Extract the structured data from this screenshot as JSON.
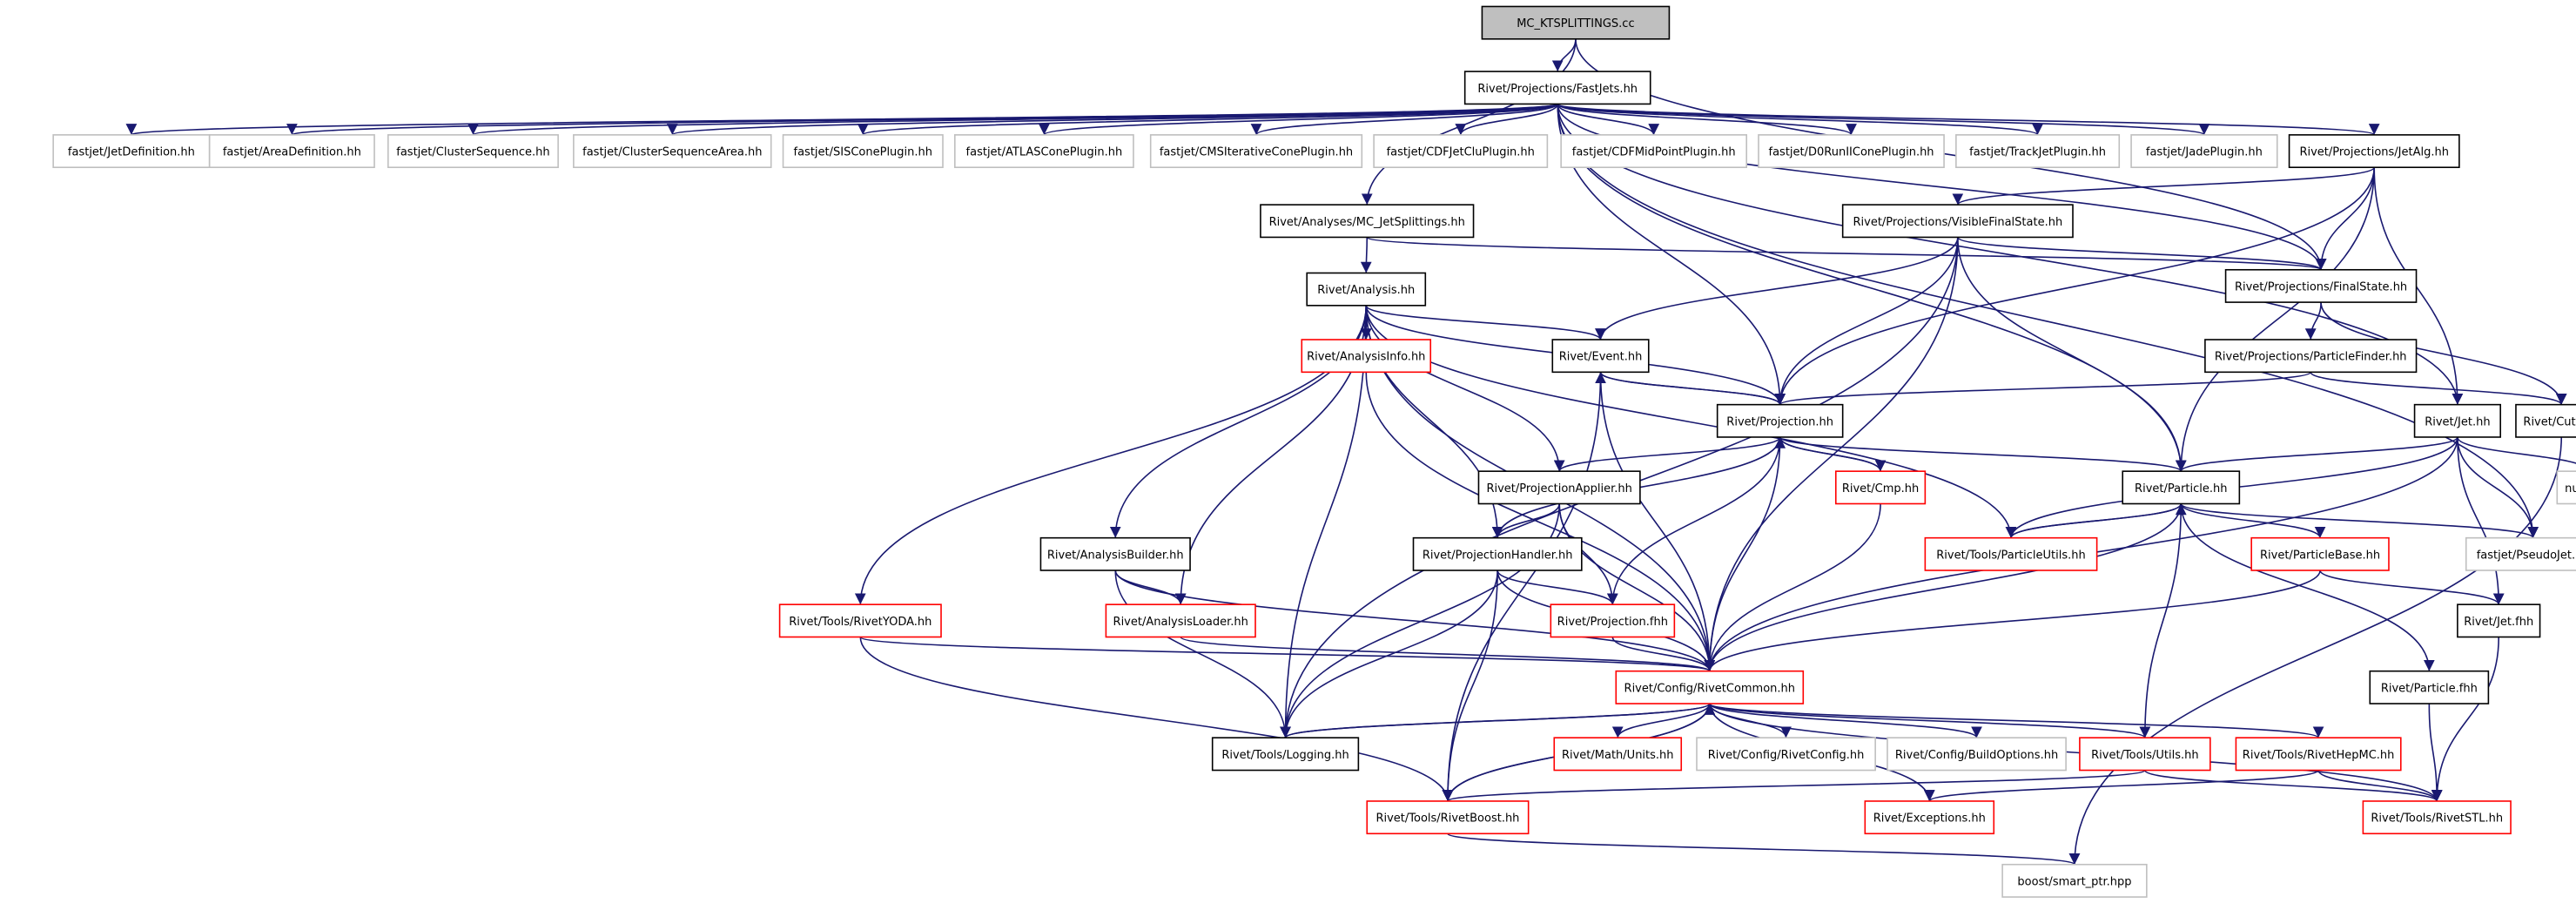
{
  "colors": {
    "edge": "#191970",
    "root_fill": "#bfbfbf",
    "documented_border": "#000000",
    "has_children_border": "#ff0000",
    "external_border": "#bfbfbf"
  },
  "nodes": [
    {
      "id": "mc_ktsplittings_cc",
      "label": "MC_KTSPLITTINGS.cc",
      "kind": "root"
    },
    {
      "id": "rivet_projections_fastjets_hh",
      "label": "Rivet/Projections/FastJets.hh",
      "kind": "documented"
    },
    {
      "id": "fastjet_jetdefinition_hh",
      "label": "fastjet/JetDefinition.hh",
      "kind": "external"
    },
    {
      "id": "fastjet_areadefinition_hh",
      "label": "fastjet/AreaDefinition.hh",
      "kind": "external"
    },
    {
      "id": "fastjet_clustersequence_hh",
      "label": "fastjet/ClusterSequence.hh",
      "kind": "external"
    },
    {
      "id": "fastjet_clustersequencearea_hh",
      "label": "fastjet/ClusterSequenceArea.hh",
      "kind": "external"
    },
    {
      "id": "fastjet_sisconeplugin_hh",
      "label": "fastjet/SISConePlugin.hh",
      "kind": "external"
    },
    {
      "id": "fastjet_atlasconeplugin_hh",
      "label": "fastjet/ATLASConePlugin.hh",
      "kind": "external"
    },
    {
      "id": "fastjet_cmsiterativeconeplugin_hh",
      "label": "fastjet/CMSIterativeConePlugin.hh",
      "kind": "external"
    },
    {
      "id": "fastjet_cdfjetcluplugin_hh",
      "label": "fastjet/CDFJetCluPlugin.hh",
      "kind": "external"
    },
    {
      "id": "fastjet_cdfmidpointplugin_hh",
      "label": "fastjet/CDFMidPointPlugin.hh",
      "kind": "external"
    },
    {
      "id": "fastjet_d0runiiconeplugin_hh",
      "label": "fastjet/D0RunIIConePlugin.hh",
      "kind": "external"
    },
    {
      "id": "fastjet_trackjetplugin_hh",
      "label": "fastjet/TrackJetPlugin.hh",
      "kind": "external"
    },
    {
      "id": "fastjet_jadeplugin_hh",
      "label": "fastjet/JadePlugin.hh",
      "kind": "external"
    },
    {
      "id": "rivet_projections_jetalg_hh",
      "label": "Rivet/Projections/JetAlg.hh",
      "kind": "documented"
    },
    {
      "id": "rivet_analyses_mc_jetsplittings_hh",
      "label": "Rivet/Analyses/MC_JetSplittings.hh",
      "kind": "documented"
    },
    {
      "id": "rivet_projections_visiblefinalstate_hh",
      "label": "Rivet/Projections/VisibleFinalState.hh",
      "kind": "documented"
    },
    {
      "id": "rivet_analysis_hh",
      "label": "Rivet/Analysis.hh",
      "kind": "documented"
    },
    {
      "id": "rivet_projections_finalstate_hh",
      "label": "Rivet/Projections/FinalState.hh",
      "kind": "documented"
    },
    {
      "id": "rivet_analysisinfo_hh",
      "label": "Rivet/AnalysisInfo.hh",
      "kind": "has_children"
    },
    {
      "id": "rivet_event_hh",
      "label": "Rivet/Event.hh",
      "kind": "documented"
    },
    {
      "id": "rivet_projections_particlefinder_hh",
      "label": "Rivet/Projections/ParticleFinder.hh",
      "kind": "documented"
    },
    {
      "id": "rivet_projection_hh",
      "label": "Rivet/Projection.hh",
      "kind": "documented"
    },
    {
      "id": "rivet_cuts_hh",
      "label": "Rivet/Cuts.hh",
      "kind": "documented"
    },
    {
      "id": "rivet_jet_hh",
      "label": "Rivet/Jet.hh",
      "kind": "documented"
    },
    {
      "id": "rivet_cmp_hh",
      "label": "Rivet/Cmp.hh",
      "kind": "has_children"
    },
    {
      "id": "numeric",
      "label": "numeric",
      "kind": "external"
    },
    {
      "id": "rivet_projectionapplier_hh",
      "label": "Rivet/ProjectionApplier.hh",
      "kind": "documented"
    },
    {
      "id": "rivet_particle_hh",
      "label": "Rivet/Particle.hh",
      "kind": "documented"
    },
    {
      "id": "rivet_tools_particleutils_hh",
      "label": "Rivet/Tools/ParticleUtils.hh",
      "kind": "has_children"
    },
    {
      "id": "rivet_analysisbuilder_hh",
      "label": "Rivet/AnalysisBuilder.hh",
      "kind": "documented"
    },
    {
      "id": "rivet_projectionhandler_hh",
      "label": "Rivet/ProjectionHandler.hh",
      "kind": "documented"
    },
    {
      "id": "rivet_particlebase_hh",
      "label": "Rivet/ParticleBase.hh",
      "kind": "has_children"
    },
    {
      "id": "fastjet_pseudojet_hh",
      "label": "fastjet/PseudoJet.hh",
      "kind": "external"
    },
    {
      "id": "rivet_tools_rivetyoda_hh",
      "label": "Rivet/Tools/RivetYODA.hh",
      "kind": "has_children"
    },
    {
      "id": "rivet_analysisloader_hh",
      "label": "Rivet/AnalysisLoader.hh",
      "kind": "has_children"
    },
    {
      "id": "rivet_projection_fhh",
      "label": "Rivet/Projection.fhh",
      "kind": "has_children"
    },
    {
      "id": "rivet_jet_fhh",
      "label": "Rivet/Jet.fhh",
      "kind": "documented"
    },
    {
      "id": "rivet_config_rivetcommon_hh",
      "label": "Rivet/Config/RivetCommon.hh",
      "kind": "has_children"
    },
    {
      "id": "rivet_particle_fhh",
      "label": "Rivet/Particle.fhh",
      "kind": "documented"
    },
    {
      "id": "rivet_tools_logging_hh",
      "label": "Rivet/Tools/Logging.hh",
      "kind": "documented"
    },
    {
      "id": "rivet_math_units_hh",
      "label": "Rivet/Math/Units.hh",
      "kind": "has_children"
    },
    {
      "id": "rivet_config_rivetconfig_hh",
      "label": "Rivet/Config/RivetConfig.hh",
      "kind": "external"
    },
    {
      "id": "rivet_config_buildoptions_hh",
      "label": "Rivet/Config/BuildOptions.hh",
      "kind": "external"
    },
    {
      "id": "rivet_tools_utils_hh",
      "label": "Rivet/Tools/Utils.hh",
      "kind": "has_children"
    },
    {
      "id": "rivet_tools_rivethepmc_hh",
      "label": "Rivet/Tools/RivetHepMC.hh",
      "kind": "has_children"
    },
    {
      "id": "rivet_tools_rivetboost_hh",
      "label": "Rivet/Tools/RivetBoost.hh",
      "kind": "has_children"
    },
    {
      "id": "rivet_exceptions_hh",
      "label": "Rivet/Exceptions.hh",
      "kind": "has_children"
    },
    {
      "id": "rivet_tools_rivetstl_hh",
      "label": "Rivet/Tools/RivetSTL.hh",
      "kind": "has_children"
    },
    {
      "id": "boost_smart_ptr_hpp",
      "label": "boost/smart_ptr.hpp",
      "kind": "external"
    }
  ],
  "edges": [
    [
      "mc_ktsplittings_cc",
      "rivet_projections_fastjets_hh"
    ],
    [
      "mc_ktsplittings_cc",
      "rivet_analyses_mc_jetsplittings_hh"
    ],
    [
      "mc_ktsplittings_cc",
      "rivet_projections_finalstate_hh"
    ],
    [
      "rivet_projections_fastjets_hh",
      "fastjet_jetdefinition_hh"
    ],
    [
      "rivet_projections_fastjets_hh",
      "fastjet_areadefinition_hh"
    ],
    [
      "rivet_projections_fastjets_hh",
      "fastjet_clustersequence_hh"
    ],
    [
      "rivet_projections_fastjets_hh",
      "fastjet_clustersequencearea_hh"
    ],
    [
      "rivet_projections_fastjets_hh",
      "fastjet_sisconeplugin_hh"
    ],
    [
      "rivet_projections_fastjets_hh",
      "fastjet_atlasconeplugin_hh"
    ],
    [
      "rivet_projections_fastjets_hh",
      "fastjet_cmsiterativeconeplugin_hh"
    ],
    [
      "rivet_projections_fastjets_hh",
      "fastjet_cdfjetcluplugin_hh"
    ],
    [
      "rivet_projections_fastjets_hh",
      "fastjet_cdfmidpointplugin_hh"
    ],
    [
      "rivet_projections_fastjets_hh",
      "fastjet_d0runiiconeplugin_hh"
    ],
    [
      "rivet_projections_fastjets_hh",
      "fastjet_trackjetplugin_hh"
    ],
    [
      "rivet_projections_fastjets_hh",
      "fastjet_jadeplugin_hh"
    ],
    [
      "rivet_projections_fastjets_hh",
      "rivet_projections_jetalg_hh"
    ],
    [
      "rivet_projections_fastjets_hh",
      "rivet_projections_finalstate_hh"
    ],
    [
      "rivet_projections_fastjets_hh",
      "rivet_projection_hh"
    ],
    [
      "rivet_projections_fastjets_hh",
      "rivet_particle_hh"
    ],
    [
      "rivet_projections_fastjets_hh",
      "rivet_jet_hh"
    ],
    [
      "rivet_projections_fastjets_hh",
      "fastjet_pseudojet_hh"
    ],
    [
      "rivet_projections_jetalg_hh",
      "rivet_projections_visiblefinalstate_hh"
    ],
    [
      "rivet_projections_jetalg_hh",
      "rivet_projections_finalstate_hh"
    ],
    [
      "rivet_projections_jetalg_hh",
      "rivet_projection_hh"
    ],
    [
      "rivet_projections_jetalg_hh",
      "rivet_particle_hh"
    ],
    [
      "rivet_projections_jetalg_hh",
      "rivet_jet_hh"
    ],
    [
      "rivet_analyses_mc_jetsplittings_hh",
      "rivet_analysis_hh"
    ],
    [
      "rivet_analyses_mc_jetsplittings_hh",
      "rivet_projections_finalstate_hh"
    ],
    [
      "rivet_projections_visiblefinalstate_hh",
      "rivet_projections_finalstate_hh"
    ],
    [
      "rivet_projections_visiblefinalstate_hh",
      "rivet_event_hh"
    ],
    [
      "rivet_projections_visiblefinalstate_hh",
      "rivet_projection_hh"
    ],
    [
      "rivet_projections_visiblefinalstate_hh",
      "rivet_particle_hh"
    ],
    [
      "rivet_projections_visiblefinalstate_hh",
      "rivet_config_rivetcommon_hh"
    ],
    [
      "rivet_projections_visiblefinalstate_hh",
      "rivet_tools_logging_hh"
    ],
    [
      "rivet_analysis_hh",
      "rivet_analysisinfo_hh"
    ],
    [
      "rivet_analysis_hh",
      "rivet_event_hh"
    ],
    [
      "rivet_analysis_hh",
      "rivet_projection_hh"
    ],
    [
      "rivet_analysis_hh",
      "rivet_projectionapplier_hh"
    ],
    [
      "rivet_analysis_hh",
      "rivet_projectionhandler_hh"
    ],
    [
      "rivet_analysis_hh",
      "rivet_analysisbuilder_hh"
    ],
    [
      "rivet_analysis_hh",
      "rivet_analysisloader_hh"
    ],
    [
      "rivet_analysis_hh",
      "rivet_tools_rivetyoda_hh"
    ],
    [
      "rivet_analysis_hh",
      "rivet_tools_particleutils_hh"
    ],
    [
      "rivet_analysis_hh",
      "rivet_config_rivetcommon_hh"
    ],
    [
      "rivet_analysis_hh",
      "rivet_tools_logging_hh"
    ],
    [
      "rivet_projections_finalstate_hh",
      "rivet_projections_particlefinder_hh"
    ],
    [
      "rivet_projections_finalstate_hh",
      "rivet_cuts_hh"
    ],
    [
      "rivet_analysisinfo_hh",
      "rivet_config_rivetcommon_hh"
    ],
    [
      "rivet_event_hh",
      "rivet_projection_hh"
    ],
    [
      "rivet_event_hh",
      "rivet_config_rivetcommon_hh"
    ],
    [
      "rivet_event_hh",
      "rivet_tools_rivetboost_hh"
    ],
    [
      "rivet_projections_particlefinder_hh",
      "rivet_projection_hh"
    ],
    [
      "rivet_projections_particlefinder_hh",
      "rivet_cuts_hh"
    ],
    [
      "rivet_projection_hh",
      "rivet_event_hh"
    ],
    [
      "rivet_projection_hh",
      "rivet_cmp_hh"
    ],
    [
      "rivet_projection_hh",
      "rivet_projectionapplier_hh"
    ],
    [
      "rivet_projection_hh",
      "rivet_projectionhandler_hh"
    ],
    [
      "rivet_projection_hh",
      "rivet_particle_hh"
    ],
    [
      "rivet_projection_hh",
      "rivet_projection_fhh"
    ],
    [
      "rivet_projection_hh",
      "rivet_config_rivetcommon_hh"
    ],
    [
      "rivet_cmp_hh",
      "rivet_projection_hh"
    ],
    [
      "rivet_cmp_hh",
      "rivet_config_rivetcommon_hh"
    ],
    [
      "rivet_jet_hh",
      "rivet_particle_hh"
    ],
    [
      "rivet_jet_hh",
      "rivet_tools_particleutils_hh"
    ],
    [
      "rivet_jet_hh",
      "numeric"
    ],
    [
      "rivet_jet_hh",
      "fastjet_pseudojet_hh"
    ],
    [
      "rivet_jet_hh",
      "rivet_jet_fhh"
    ],
    [
      "rivet_jet_hh",
      "rivet_config_rivetcommon_hh"
    ],
    [
      "rivet_projectionapplier_hh",
      "rivet_projectionhandler_hh"
    ],
    [
      "rivet_projectionapplier_hh",
      "rivet_projection_fhh"
    ],
    [
      "rivet_projectionapplier_hh",
      "rivet_config_rivetcommon_hh"
    ],
    [
      "rivet_projectionapplier_hh",
      "rivet_tools_logging_hh"
    ],
    [
      "rivet_particle_hh",
      "rivet_tools_particleutils_hh"
    ],
    [
      "rivet_particle_hh",
      "rivet_particlebase_hh"
    ],
    [
      "rivet_particle_hh",
      "fastjet_pseudojet_hh"
    ],
    [
      "rivet_particle_hh",
      "rivet_particle_fhh"
    ],
    [
      "rivet_particle_hh",
      "rivet_tools_utils_hh"
    ],
    [
      "rivet_particle_hh",
      "rivet_config_rivetcommon_hh"
    ],
    [
      "rivet_tools_particleutils_hh",
      "rivet_particle_hh"
    ],
    [
      "rivet_analysisbuilder_hh",
      "rivet_analysisloader_hh"
    ],
    [
      "rivet_analysisbuilder_hh",
      "rivet_config_rivetcommon_hh"
    ],
    [
      "rivet_analysisbuilder_hh",
      "rivet_tools_logging_hh"
    ],
    [
      "rivet_projectionhandler_hh",
      "rivet_projection_fhh"
    ],
    [
      "rivet_projectionhandler_hh",
      "rivet_config_rivetcommon_hh"
    ],
    [
      "rivet_projectionhandler_hh",
      "rivet_tools_logging_hh"
    ],
    [
      "rivet_projectionhandler_hh",
      "rivet_tools_rivetboost_hh"
    ],
    [
      "rivet_particlebase_hh",
      "rivet_config_rivetcommon_hh"
    ],
    [
      "rivet_particlebase_hh",
      "rivet_jet_fhh"
    ],
    [
      "rivet_tools_rivetyoda_hh",
      "rivet_config_rivetcommon_hh"
    ],
    [
      "rivet_tools_rivetyoda_hh",
      "rivet_tools_rivetboost_hh"
    ],
    [
      "rivet_analysisloader_hh",
      "rivet_config_rivetcommon_hh"
    ],
    [
      "rivet_projection_fhh",
      "rivet_config_rivetcommon_hh"
    ],
    [
      "rivet_jet_fhh",
      "rivet_tools_rivetstl_hh"
    ],
    [
      "rivet_config_rivetcommon_hh",
      "rivet_tools_logging_hh"
    ],
    [
      "rivet_config_rivetcommon_hh",
      "rivet_math_units_hh"
    ],
    [
      "rivet_config_rivetcommon_hh",
      "rivet_config_rivetconfig_hh"
    ],
    [
      "rivet_config_rivetcommon_hh",
      "rivet_config_buildoptions_hh"
    ],
    [
      "rivet_config_rivetcommon_hh",
      "rivet_tools_utils_hh"
    ],
    [
      "rivet_config_rivetcommon_hh",
      "rivet_tools_rivethepmc_hh"
    ],
    [
      "rivet_config_rivetcommon_hh",
      "rivet_tools_rivetboost_hh"
    ],
    [
      "rivet_config_rivetcommon_hh",
      "rivet_exceptions_hh"
    ],
    [
      "rivet_config_rivetcommon_hh",
      "rivet_tools_rivetstl_hh"
    ],
    [
      "rivet_particle_fhh",
      "rivet_tools_rivetstl_hh"
    ],
    [
      "rivet_tools_logging_hh",
      "rivet_config_rivetcommon_hh"
    ],
    [
      "rivet_tools_utils_hh",
      "rivet_tools_rivetboost_hh"
    ],
    [
      "rivet_tools_utils_hh",
      "rivet_tools_rivetstl_hh"
    ],
    [
      "rivet_tools_rivethepmc_hh",
      "rivet_exceptions_hh"
    ],
    [
      "rivet_tools_rivethepmc_hh",
      "rivet_tools_rivetstl_hh"
    ],
    [
      "rivet_tools_rivetboost_hh",
      "rivet_config_rivetcommon_hh"
    ],
    [
      "rivet_tools_rivetboost_hh",
      "boost_smart_ptr_hpp"
    ],
    [
      "rivet_cuts_hh",
      "boost_smart_ptr_hpp"
    ]
  ]
}
